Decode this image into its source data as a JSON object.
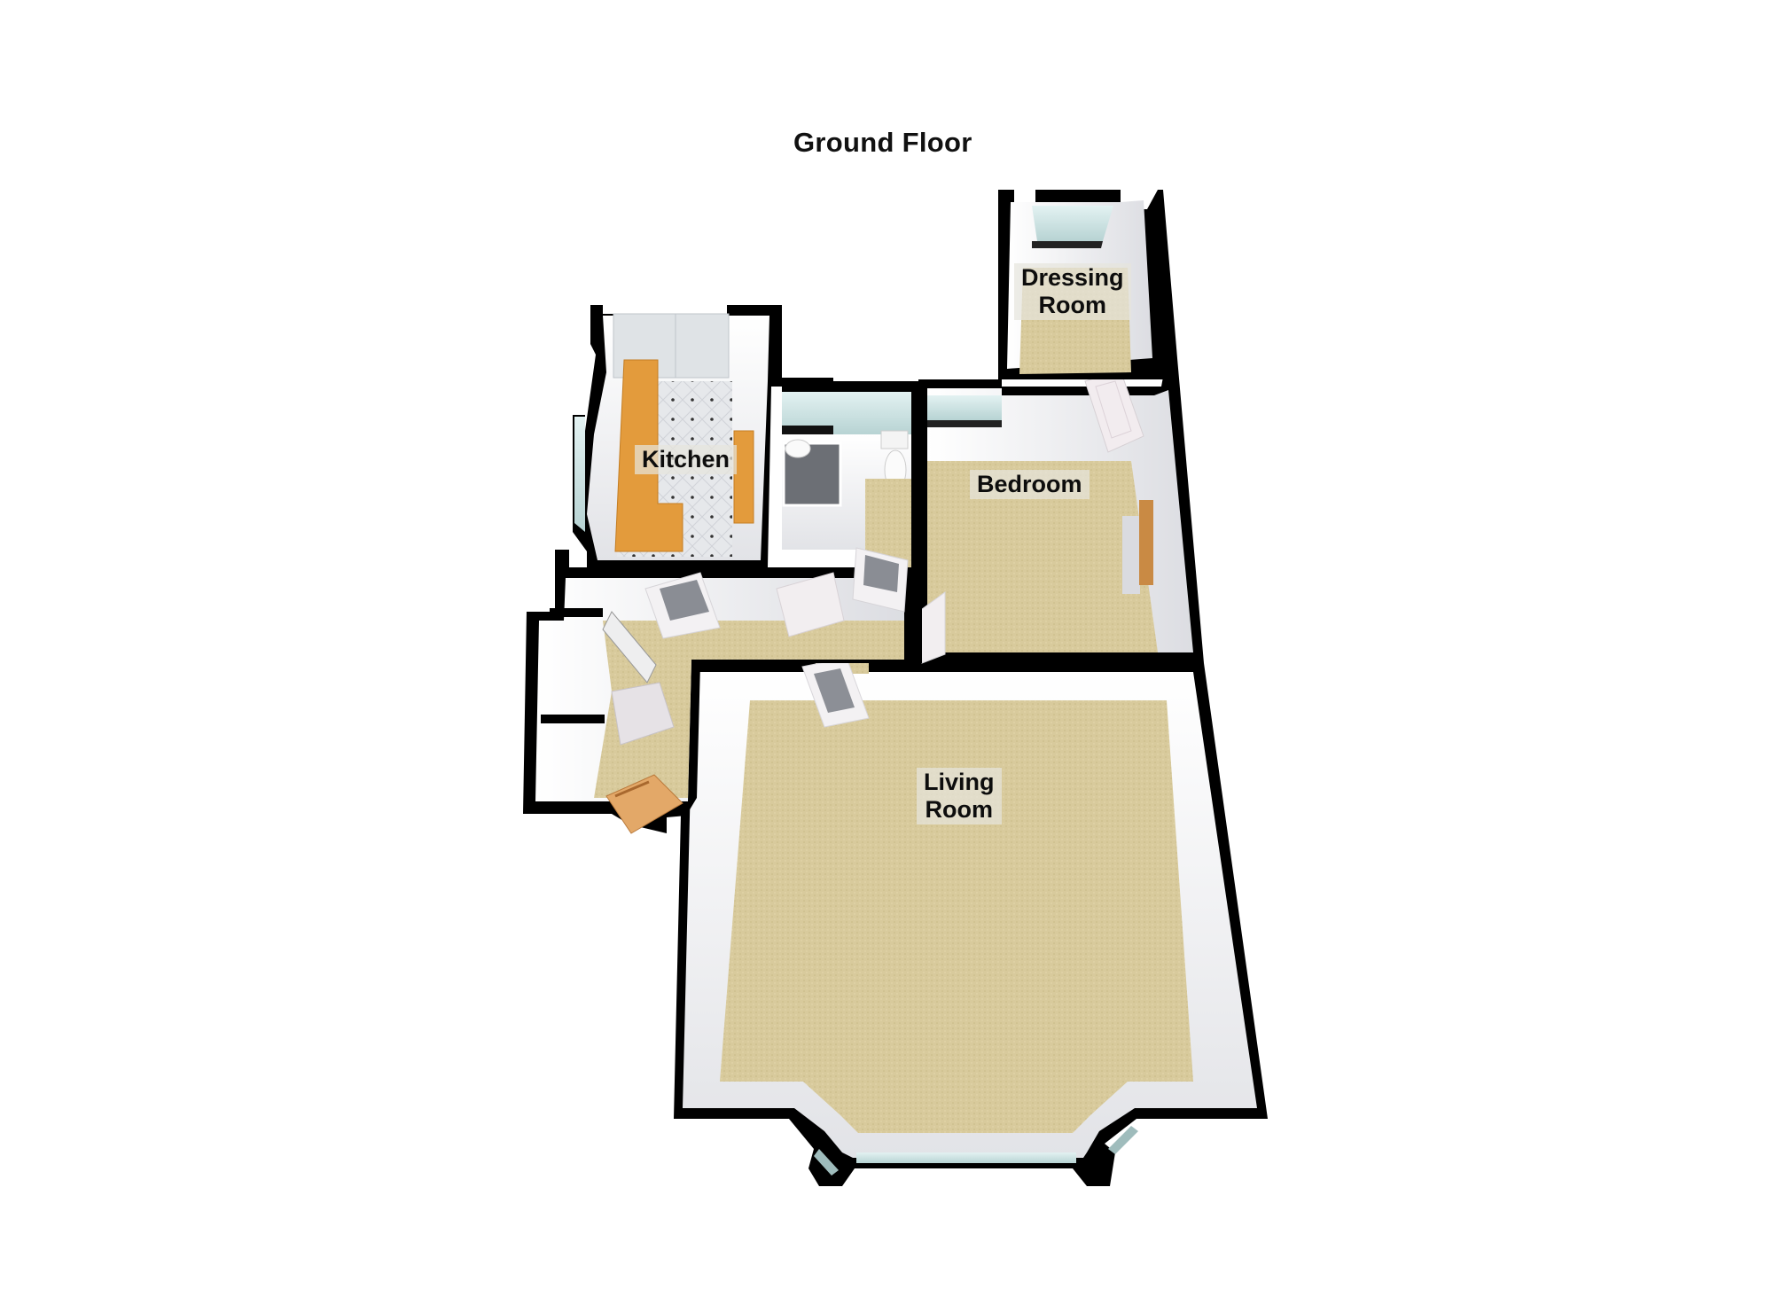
{
  "floor_plan": {
    "title": "Ground Floor",
    "rooms": [
      {
        "id": "kitchen",
        "label": "Kitchen"
      },
      {
        "id": "dressing-room",
        "label_line1": "Dressing",
        "label_line2": "Room"
      },
      {
        "id": "bedroom",
        "label": "Bedroom"
      },
      {
        "id": "living-room",
        "label_line1": "Living",
        "label_line2": "Room"
      }
    ],
    "colors": {
      "wall": "#000000",
      "wall_face": "#f4f4f6",
      "carpet": "#d6c79a",
      "carpet_dark": "#b9ab80",
      "kitchen_floor": "#e3e5e8",
      "worktop": "#e39b3c",
      "window_glass": "#cfe6e6",
      "door": "#f2eef0",
      "front_door": "#e3a868"
    }
  }
}
